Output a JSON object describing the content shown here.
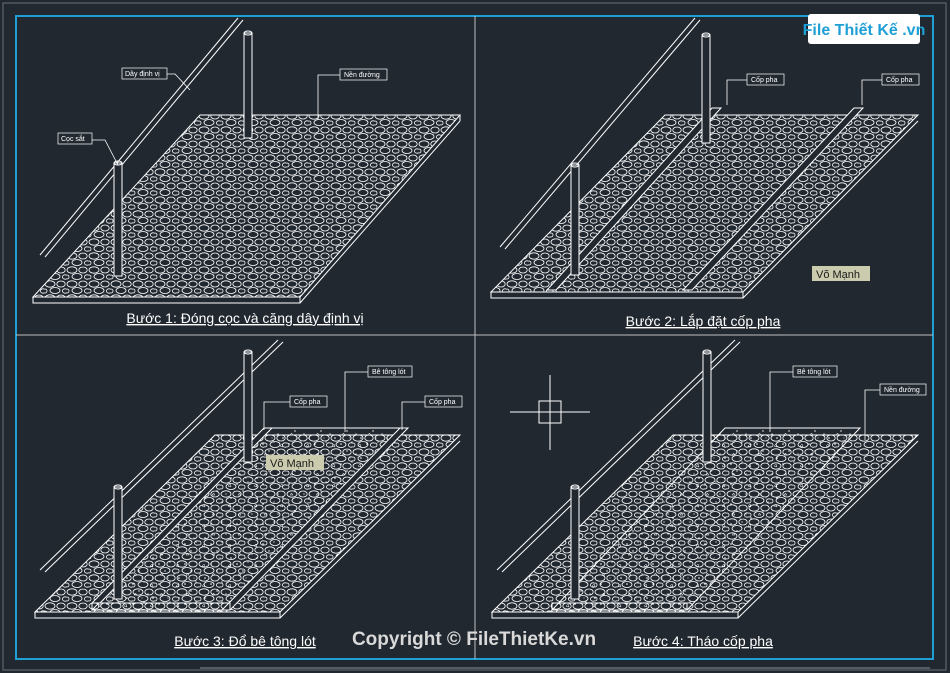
{
  "logo": {
    "text": "File Thiết Kế .vn"
  },
  "copyright": "Copyright © FileThietKe.vn",
  "watermark": "Võ Mạnh",
  "colors": {
    "background": "#212830",
    "frame": "#1e9fd6",
    "line": "#ffffff",
    "label_bg": "#cbcbae"
  },
  "panels": [
    {
      "caption": "Bước 1: Đóng cọc và căng dây định vị",
      "labels": [
        "Dây định vị",
        "Nền đường",
        "Cọc sắt"
      ]
    },
    {
      "caption": "Bước 2: Lắp đặt cốp pha",
      "labels": [
        "Cốp pha",
        "Cốp pha"
      ]
    },
    {
      "caption": "Bước 3: Đổ bê tông lót",
      "labels": [
        "Bê tông lót",
        "Cốp pha",
        "Cốp pha"
      ]
    },
    {
      "caption": "Bước 4: Tháo cốp pha",
      "labels": [
        "Bê tông lót",
        "Nền đường"
      ]
    }
  ]
}
